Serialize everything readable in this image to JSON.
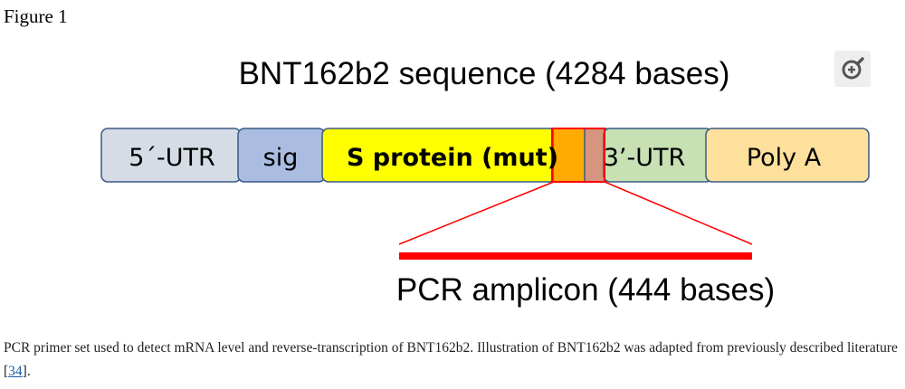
{
  "figure_label": "Figure 1",
  "diagram": {
    "title": "BNT162b2 sequence (4284 bases)",
    "segments": [
      {
        "label": "5´-UTR",
        "color": "#d6dce5"
      },
      {
        "label": "sig",
        "color": "#aabde0"
      },
      {
        "label": "S protein (mut)",
        "color": "#ffff00"
      },
      {
        "label": "",
        "color": "#ffab00"
      },
      {
        "label": "",
        "color": "#d7947e"
      },
      {
        "label": "3’-UTR",
        "color": "#c7e0b4"
      },
      {
        "label": "Poly A",
        "color": "#fde09c"
      }
    ],
    "highlight_color": "#ff0000",
    "amplicon_label": "PCR amplicon (444 bases)"
  },
  "caption": {
    "text": "PCR primer set used to detect mRNA level and reverse-transcription of BNT162b2. Illustration of BNT162b2 was adapted from previously described literature [",
    "ref": "34",
    "end": "]."
  },
  "zoom_icon": "zoom-in-icon"
}
